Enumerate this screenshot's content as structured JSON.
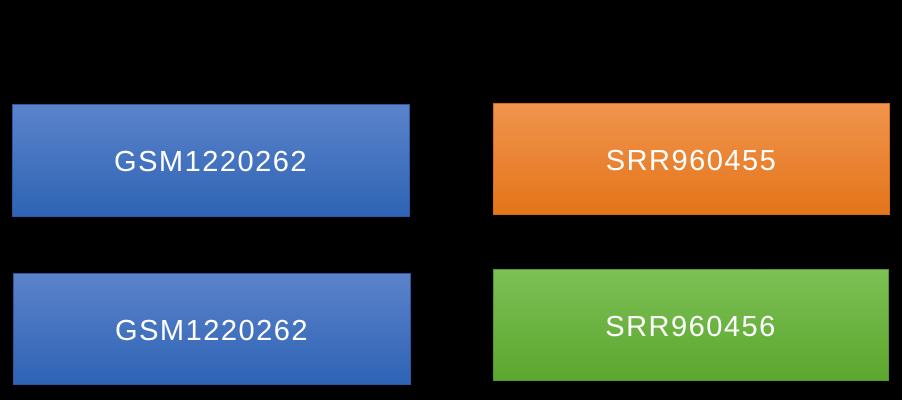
{
  "canvas": {
    "background": "#000000"
  },
  "diagram": {
    "text_color": "#ffffff",
    "nodes": [
      {
        "label": "GSM1220262",
        "colors": {
          "top": "#5b83ca",
          "bottom": "#2e63b5",
          "border": "#2a58a6"
        }
      },
      {
        "label": "SRR960455",
        "colors": {
          "top": "#f0944e",
          "bottom": "#e4751a",
          "border": "#d96c12"
        }
      },
      {
        "label": "GSM1220262",
        "colors": {
          "top": "#5b83ca",
          "bottom": "#2e63b5",
          "border": "#2a58a6"
        }
      },
      {
        "label": "SRR960456",
        "colors": {
          "top": "#7cc055",
          "bottom": "#5ca72f",
          "border": "#539828"
        }
      }
    ]
  }
}
